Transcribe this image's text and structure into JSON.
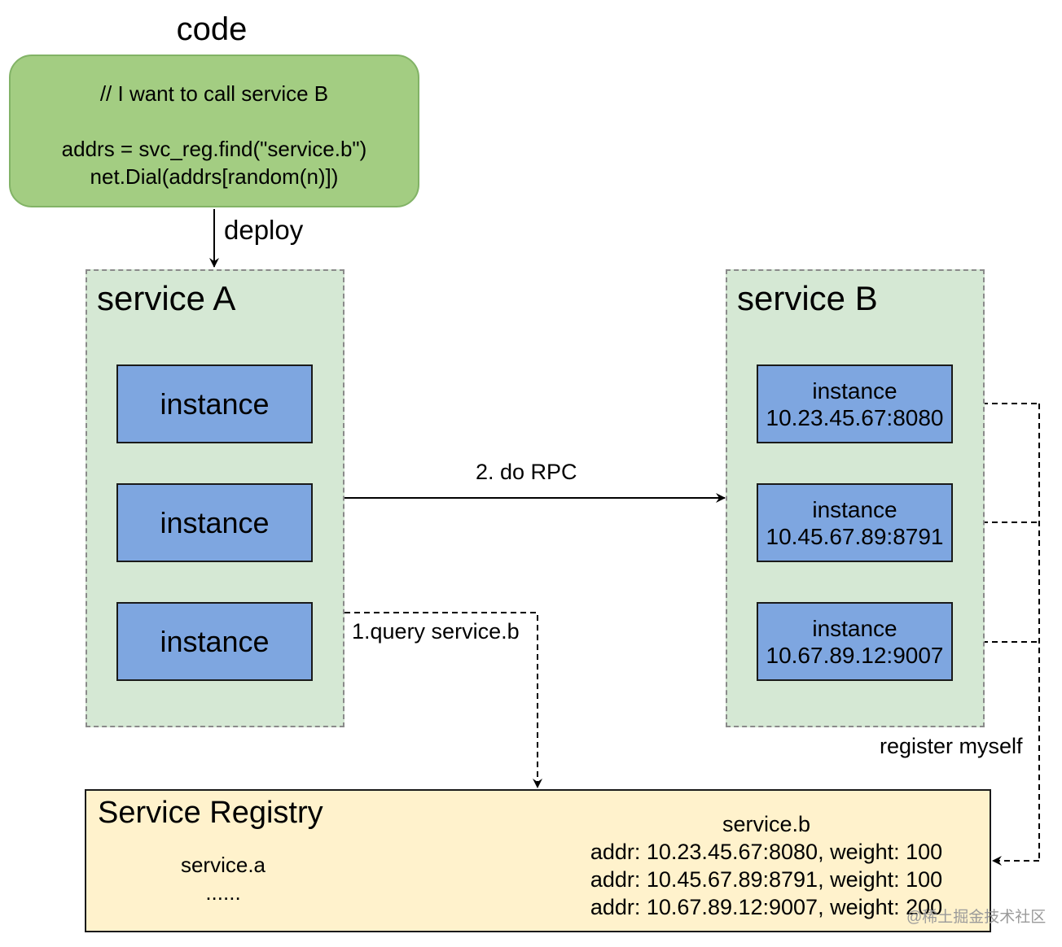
{
  "code": {
    "title": "code",
    "lines": [
      "// I want to call service B",
      "addrs = svc_reg.find(\"service.b\")",
      "net.Dial(addrs[random(n)])"
    ]
  },
  "edges": {
    "deploy": "deploy",
    "rpc": "2. do RPC",
    "query": "1.query service.b",
    "register": "register myself"
  },
  "service_a": {
    "title": "service A",
    "instances": [
      "instance",
      "instance",
      "instance"
    ]
  },
  "service_b": {
    "title": "service B",
    "instances": [
      {
        "label": "instance",
        "addr": "10.23.45.67:8080"
      },
      {
        "label": "instance",
        "addr": "10.45.67.89:8791"
      },
      {
        "label": "instance",
        "addr": "10.67.89.12:9007"
      }
    ]
  },
  "registry": {
    "title": "Service Registry",
    "service_a": {
      "name": "service.a",
      "more": "......"
    },
    "service_b": {
      "name": "service.b",
      "entries": [
        "addr: 10.23.45.67:8080, weight: 100",
        "addr: 10.45.67.89:8791, weight: 100",
        "addr: 10.67.89.12:9007, weight: 200"
      ]
    }
  },
  "watermark": "@稀土掘金技术社区",
  "colors": {
    "code_fill": "#a3cd82",
    "code_border": "#82b366",
    "service_fill": "#d5e8d4",
    "instance_fill": "#7ea6e0",
    "registry_fill": "#fff2cc"
  }
}
